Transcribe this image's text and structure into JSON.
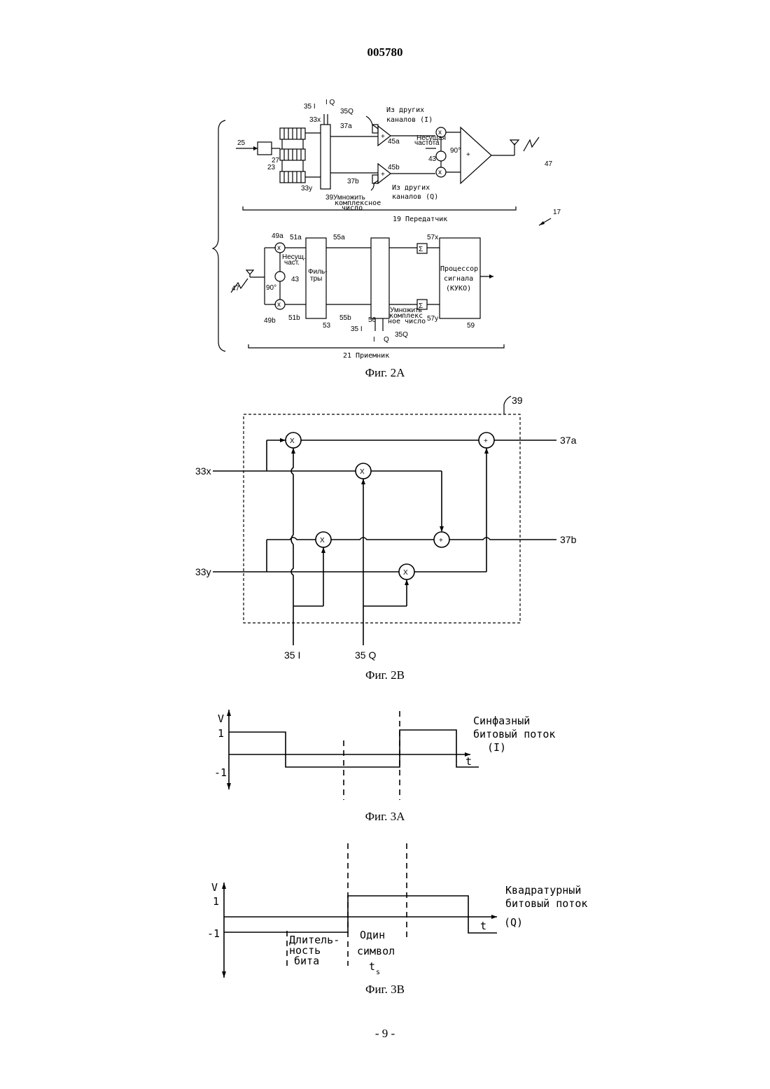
{
  "header": {
    "doc_number": "005780"
  },
  "fig2a": {
    "caption": "Фиг. 2А",
    "labels": {
      "n25": "25",
      "n23": "23",
      "n27": "27",
      "n33x": "33x",
      "n33y": "33y",
      "n35i": "35 I",
      "iq": "I Q",
      "n35q": "35Q",
      "n37a": "37a",
      "n37b": "37b",
      "n39": "39",
      "mult_complex_1": "Умножить",
      "mult_complex_2": "комплексное",
      "mult_complex_3": "число",
      "from_other_i_1": "Из других",
      "from_other_i_2": "каналов (I)",
      "from_other_q_1": "Из других",
      "from_other_q_2": "каналов (Q)",
      "n45a": "45a",
      "n45b": "45b",
      "carrier_1": "Несущая",
      "carrier_2": "частота",
      "n43": "43",
      "deg90": "90°",
      "plus": "+",
      "times": "x",
      "n47": "47",
      "transmitter": "19  Передатчик",
      "n17": "17",
      "n49a": "49a",
      "n51a": "51a",
      "carrier_short_1": "Несущ.",
      "carrier_short_2": "част.",
      "n43b": "43",
      "deg90b": "90°",
      "n47b": "47",
      "n49b": "49b",
      "n51b": "51b",
      "filters_1": "Филь-",
      "filters_2": "тры",
      "n53": "53",
      "n55a": "55a",
      "n55b": "55b",
      "n56": "56",
      "n57x": "57x",
      "n57y": "57y",
      "sigma": "Σ",
      "rx_mult_1": "Умножить",
      "rx_mult_2": "комплекс",
      "rx_mult_3": "ное число",
      "n35i_rx": "35 I",
      "i_rx": "I",
      "q_rx": "Q",
      "n35q_rx": "35Q",
      "processor_1": "Процессор",
      "processor_2": "сигнала",
      "processor_3": "(КУКО)",
      "n59": "59",
      "receiver": "21  Приемник"
    }
  },
  "fig2b": {
    "caption": "Фиг. 2В",
    "labels": {
      "n39": "39",
      "n33x": "33x",
      "n33y": "33y",
      "n37a": "37a",
      "n37b": "37b",
      "n35i": "35 I",
      "n35q": "35 Q",
      "times": "X",
      "plus": "+"
    }
  },
  "fig3a": {
    "caption": "Фиг. 3А",
    "labels": {
      "v": "V",
      "one": "1",
      "minus_one": "-1",
      "t": "t",
      "stream_1": "Синфазный",
      "stream_2": "битовый поток",
      "stream_3": "(I)"
    }
  },
  "fig3b": {
    "caption": "Фиг. 3В",
    "labels": {
      "v": "V",
      "one": "1",
      "minus_one": "-1",
      "t": "t",
      "stream_1": "Квадратурный",
      "stream_2": "битовый поток",
      "stream_3": "(Q)",
      "bit_dur_1": "Длитель-",
      "bit_dur_2": "ность",
      "bit_dur_3": "бита",
      "symbol_1": "Один",
      "symbol_2": "символ",
      "ts": "t",
      "ts_sub": "s"
    }
  },
  "footer": {
    "page_number": "- 9 -"
  }
}
